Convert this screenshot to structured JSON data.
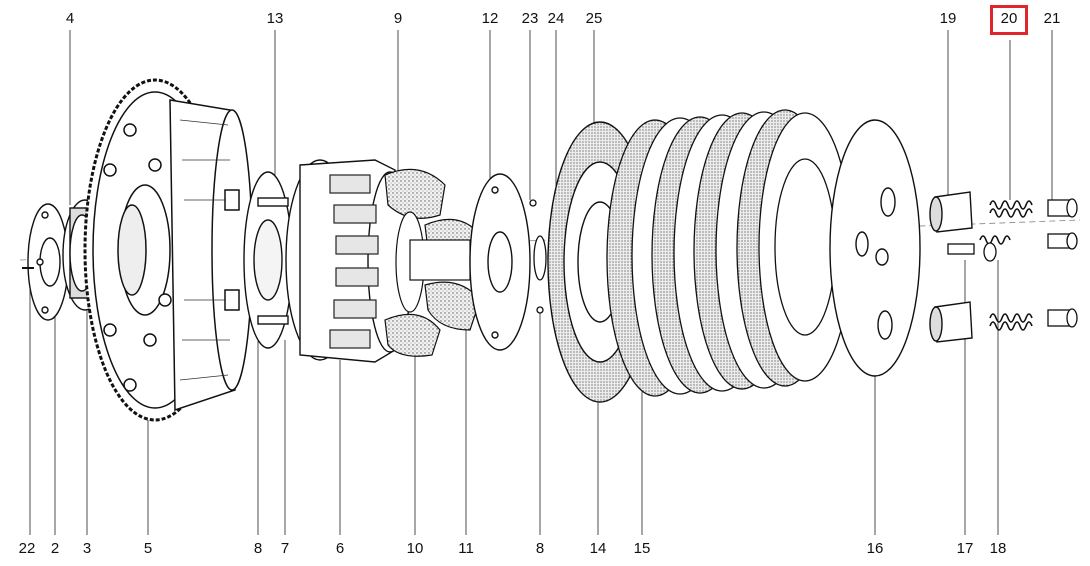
{
  "diagram": {
    "highlight_color": "#e0262b",
    "highlighted_label": "20",
    "top_labels": [
      "4",
      "13",
      "9",
      "12",
      "23",
      "24",
      "25",
      "19",
      "20",
      "21"
    ],
    "bottom_labels": [
      "22",
      "2",
      "3",
      "5",
      "8",
      "7",
      "6",
      "10",
      "11",
      "8",
      "14",
      "15",
      "16",
      "17",
      "18"
    ]
  }
}
